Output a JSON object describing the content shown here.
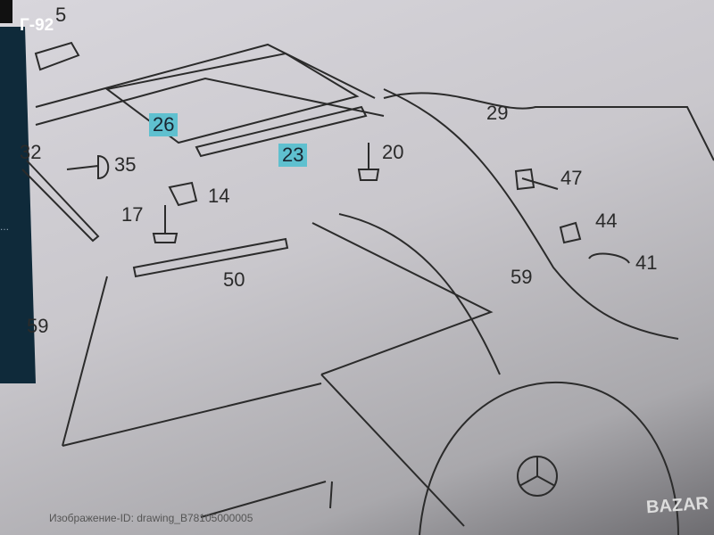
{
  "overlay_badge": "Г-92",
  "callouts": {
    "c5": "5",
    "c26": "26",
    "c23": "23",
    "c20": "20",
    "c29": "29",
    "c32": "32",
    "c35": "35",
    "c14": "14",
    "c17": "17",
    "c47": "47",
    "c44": "44",
    "c41": "41",
    "c50": "50",
    "c59a": "59",
    "c59b": "59"
  },
  "highlight_color": "#5fc0cf",
  "caption": "Изображение-ID: drawing_B78105000005",
  "watermark": "BAZAR"
}
